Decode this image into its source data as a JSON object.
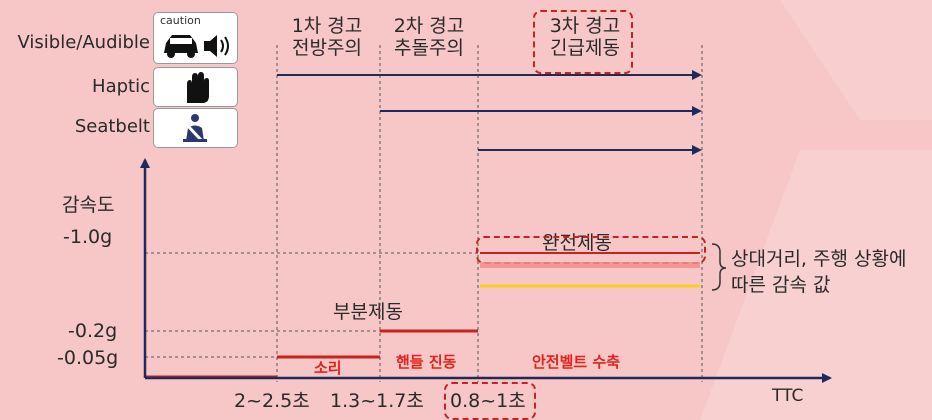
{
  "channels": {
    "visible_audible": "Visible/Audible",
    "haptic": "Haptic",
    "seatbelt": "Seatbelt",
    "caution_text": "caution"
  },
  "phases": {
    "first": {
      "line1": "1차 경고",
      "line2": "전방주의"
    },
    "second": {
      "line1": "2차 경고",
      "line2": "추돌주의"
    },
    "third": {
      "line1": "3차 경고",
      "line2": "긴급제동"
    }
  },
  "axes": {
    "y_title": "감속도",
    "x_title": "TTC",
    "y_ticks": [
      "-1.0g",
      "-0.2g",
      "-0.05g"
    ],
    "x_ticks": [
      "2~2.5초",
      "1.3~1.7초",
      "0.8~1초"
    ]
  },
  "annotations": {
    "full_braking": "완전제동",
    "partial_braking": "부분제동",
    "sound": "소리",
    "handle_vibration": "핸들 진동",
    "seatbelt_tension": "안전벨트 수축",
    "note_line1": "상대거리, 주행 상황에",
    "note_line2": "따른 감속 값"
  },
  "colors": {
    "background": "#f7c6c6",
    "axis": "#1d2a5b",
    "red": "#e0241b",
    "level_line": "#c8231c",
    "yellow": "#f3d11e",
    "pink": "#f08c8c"
  }
}
